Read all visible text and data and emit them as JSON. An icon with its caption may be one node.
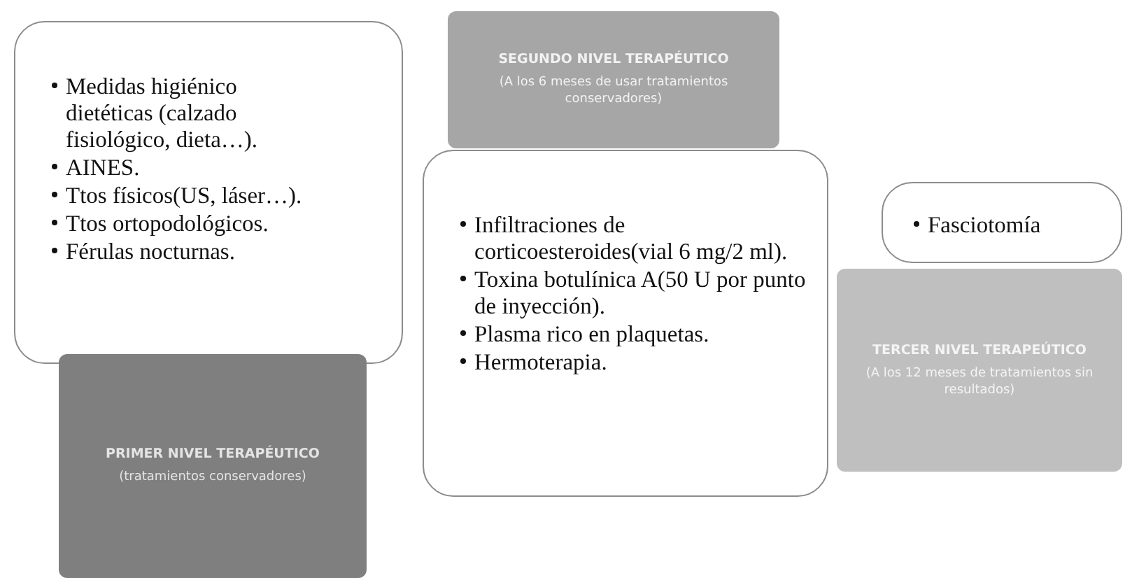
{
  "diagram": {
    "nodes": [
      {
        "text": [
          "Medidas higiénico dietéticas (calzado fisiológico, dieta…).",
          "AINES.",
          "Ttos físicos(US, láser…).",
          "Ttos ortopodológicos.",
          "Férulas nocturnas."
        ]
      },
      {
        "text": [
          "PRIMER NIVEL TERAPÉUTICO",
          "(tratamientos conservadores)"
        ]
      },
      {
        "text": [
          "SEGUNDO NIVEL TERAPÉUTICO",
          "(A los 6 meses de usar tratamientos conservadores)"
        ]
      },
      {
        "text": [
          "Infiltraciones de corticoesteroides(vial 6 mg/2 ml).",
          "Toxina botulínica A(50 U por punto de inyección).",
          "Plasma rico en plaquetas.",
          "Hermoterapia."
        ]
      },
      {
        "text": [
          "Fasciotomía"
        ]
      },
      {
        "text": [
          "TERCER NIVEL TERAPEÚTICO",
          "(A los 12 meses de tratamientos sin resultados)"
        ]
      }
    ]
  }
}
